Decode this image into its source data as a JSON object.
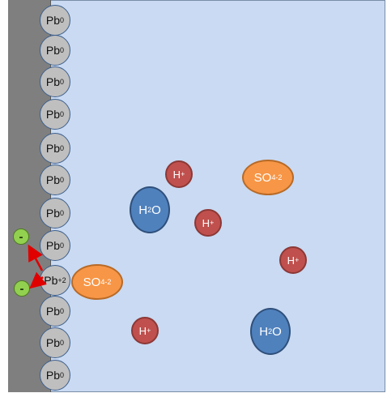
{
  "lead_atoms": [
    {
      "symbol": "Pb",
      "charge": "0"
    },
    {
      "symbol": "Pb",
      "charge": "0"
    },
    {
      "symbol": "Pb",
      "charge": "0"
    },
    {
      "symbol": "Pb",
      "charge": "0"
    },
    {
      "symbol": "Pb",
      "charge": "0"
    },
    {
      "symbol": "Pb",
      "charge": "0"
    },
    {
      "symbol": "Pb",
      "charge": "0"
    },
    {
      "symbol": "Pb",
      "charge": "0"
    },
    {
      "symbol": "Pb",
      "charge": "+2"
    },
    {
      "symbol": "Pb",
      "charge": "0"
    },
    {
      "symbol": "Pb",
      "charge": "0"
    },
    {
      "symbol": "Pb",
      "charge": "0"
    }
  ],
  "electrons": [
    {
      "label": "-"
    },
    {
      "label": "-"
    }
  ],
  "ions": [
    {
      "kind": "sulfate",
      "main": "SO",
      "sub": "4",
      "sup": "-2"
    },
    {
      "kind": "hydrogen",
      "main": "H",
      "sub": "",
      "sup": "+"
    },
    {
      "kind": "sulfate",
      "main": "SO",
      "sub": "4",
      "sup": "-2"
    },
    {
      "kind": "water",
      "main": "H",
      "sub": "2",
      "sup": "",
      "tail": "O"
    },
    {
      "kind": "hydrogen",
      "main": "H",
      "sub": "",
      "sup": "+"
    },
    {
      "kind": "hydrogen",
      "main": "H",
      "sub": "",
      "sup": "+"
    },
    {
      "kind": "hydrogen",
      "main": "H",
      "sub": "",
      "sup": "+"
    },
    {
      "kind": "water",
      "main": "H",
      "sub": "2",
      "sup": "",
      "tail": "O"
    }
  ],
  "colors": {
    "solution": "#c9daf2",
    "electrode": "#7f7f7f",
    "lead_atom": "#bfbfbf",
    "hydrogen_ion": "#c0504d",
    "water": "#4f81bd",
    "sulfate": "#f79646",
    "electron": "#92d050",
    "arrow": "#e00000"
  }
}
